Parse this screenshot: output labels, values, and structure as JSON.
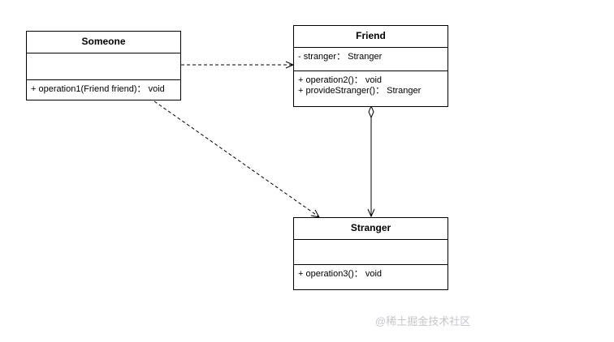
{
  "classes": {
    "someone": {
      "name": "Someone",
      "attributes": [],
      "operations": [
        "+ operation1(Friend friend)： void"
      ]
    },
    "friend": {
      "name": "Friend",
      "attributes": [
        "- stranger： Stranger"
      ],
      "operations": [
        "+ operation2()： void",
        "+ provideStranger()： Stranger"
      ]
    },
    "stranger": {
      "name": "Stranger",
      "attributes": [],
      "operations": [
        "+ operation3()： void"
      ]
    }
  },
  "relationships": [
    {
      "from": "Someone",
      "to": "Friend",
      "type": "dependency"
    },
    {
      "from": "Someone",
      "to": "Stranger",
      "type": "dependency"
    },
    {
      "from": "Friend",
      "to": "Stranger",
      "type": "aggregation"
    }
  ],
  "watermark": "@稀土掘金技术社区",
  "colors": {
    "line": "#000000",
    "watermark": "#c4c6ca"
  }
}
